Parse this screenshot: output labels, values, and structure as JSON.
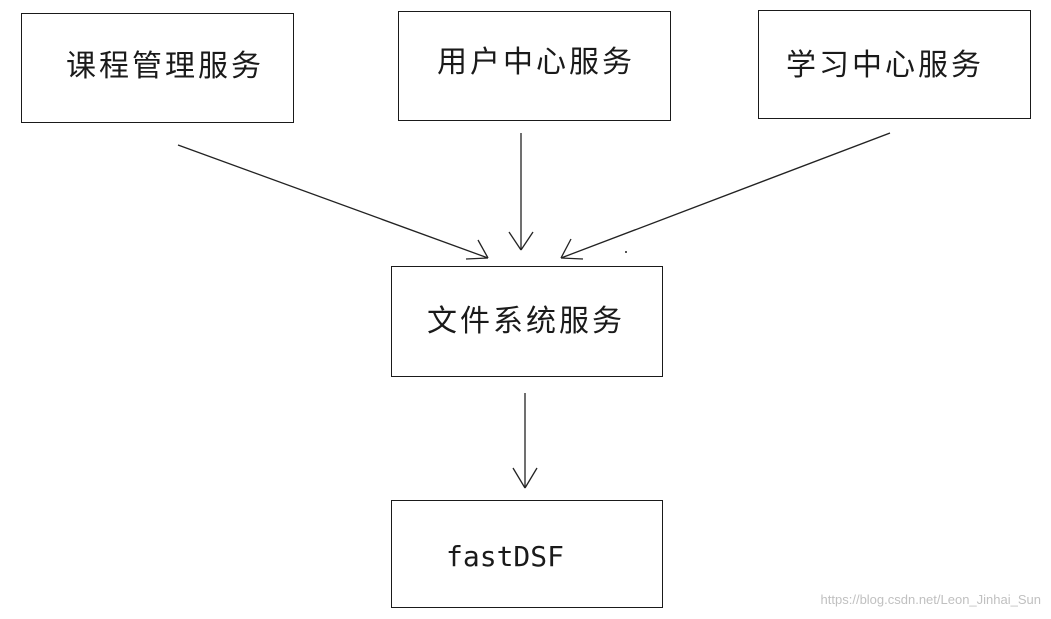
{
  "nodes": {
    "course_service": "课程管理服务",
    "user_service": "用户中心服务",
    "learning_service": "学习中心服务",
    "file_service": "文件系统服务",
    "storage": "fastDSF"
  },
  "edges": [
    {
      "from": "course_service",
      "to": "file_service"
    },
    {
      "from": "user_service",
      "to": "file_service"
    },
    {
      "from": "learning_service",
      "to": "file_service"
    },
    {
      "from": "file_service",
      "to": "storage"
    }
  ],
  "watermark": "https://blog.csdn.net/Leon_Jinhai_Sun",
  "colors": {
    "stroke": "#1a1a1a",
    "watermark": "#c0c0c0"
  }
}
